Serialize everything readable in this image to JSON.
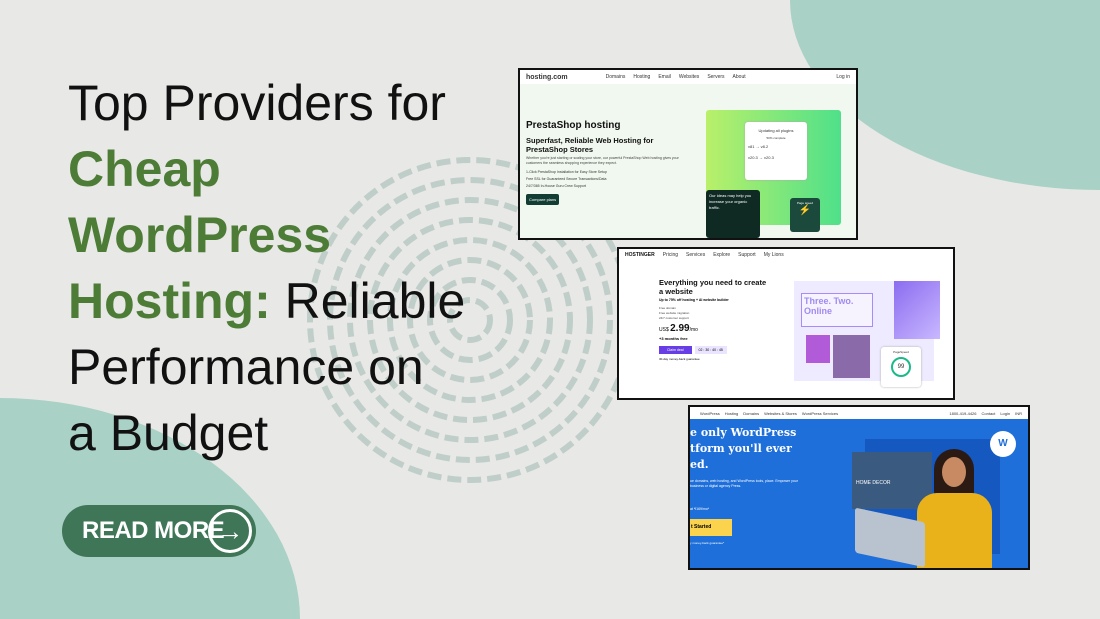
{
  "headline": {
    "line1": "Top Providers for",
    "green1": "Cheap",
    "green2": "WordPress",
    "green3": "Hosting:",
    "line_rest": " Reliable",
    "line5": "Performance on",
    "line6": "a Budget"
  },
  "cta": {
    "label": "READ MORE",
    "icon": "arrow-right-icon"
  },
  "colors": {
    "background": "#e8e8e6",
    "blob": "#a9d1c6",
    "green_text": "#4c7c36",
    "button": "#3f7657"
  },
  "shot1": {
    "logo": "hosting.com",
    "nav": [
      "Domains",
      "Hosting",
      "Email",
      "Websites",
      "Servers",
      "About"
    ],
    "login": "Log in",
    "title": "PrestaShop hosting",
    "subtitle": "Superfast, Reliable Web Hosting for PrestaShop Stores",
    "body": "Whether you're just starting or scaling your store, our powerful PrestaShop Web hosting gives your customers the seamless shopping experience they expect.",
    "features": [
      "1-Click PrestaShop Installation for Easy Store Setup",
      "Free SSL for Guaranteed Secure Transactions/Data",
      "24/7/365 In-House Guru Crew Support"
    ],
    "button": "Compare plans",
    "card_title": "Updating all plugins",
    "card_progress": "50% complete",
    "rows": [
      "v81 → v8.2",
      "v20.3 → v20.3"
    ],
    "dark_card": "Our ideas may help you increase your organic traffic.",
    "speed": "Page speed"
  },
  "shot2": {
    "logo": "HOSTINGER",
    "nav": [
      "Pricing",
      "Services",
      "Explore",
      "Support",
      "My Lions"
    ],
    "title": "Everything you need to create a website",
    "offer": "Up to 75% off hosting + AI website builder",
    "features": [
      "Free domain",
      "Free website migration",
      "24/7 customer support"
    ],
    "currency": "US$",
    "price": "2.99",
    "per": "/mo",
    "bonus": "+3 months free",
    "button": "Claim deal",
    "timer": "02 : 30 : 40 : 45",
    "guarantee": "30-day money-back guarantee",
    "builder_text": "Three. Two. Online",
    "speed_label": "PageSpeed",
    "speed_score": "99"
  },
  "shot3": {
    "nav": [
      "WordPress",
      "Hosting",
      "Domains",
      "Websites & Stores",
      "WordPress Services"
    ],
    "phone": "1800-419-4426",
    "contact": "Contact",
    "login": "Login",
    "lang": "INR",
    "headline1": "e only WordPress",
    "headline2": "tform you'll ever",
    "headline2_italic": "you'll ever",
    "headline3": "ed.",
    "body": "ue domains, web hosting, and WordPress tools, place. Empower your business or digital agency Press.",
    "price": "at ₹169/mo*",
    "button": "t Started",
    "guarantee": "y money-back guarantee*",
    "decor": "HOME DECOR"
  }
}
